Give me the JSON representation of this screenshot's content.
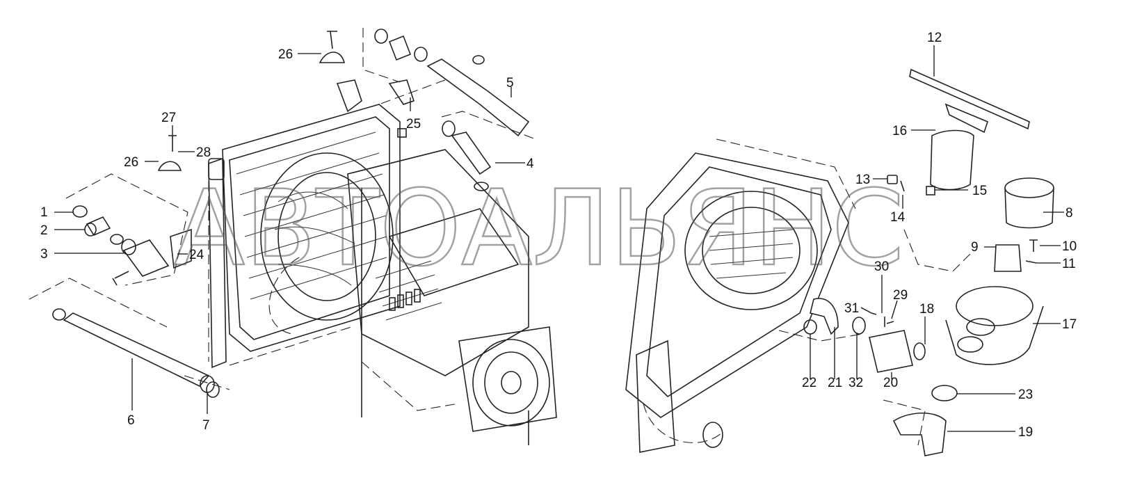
{
  "watermark": "АВТОАЛЬЯНС",
  "callouts": [
    "1",
    "2",
    "3",
    "4",
    "5",
    "6",
    "7",
    "8",
    "9",
    "10",
    "11",
    "12",
    "13",
    "14",
    "15",
    "16",
    "17",
    "18",
    "19",
    "20",
    "21",
    "22",
    "23",
    "24",
    "25",
    "26",
    "26",
    "27",
    "28",
    "29",
    "30",
    "31",
    "32"
  ]
}
